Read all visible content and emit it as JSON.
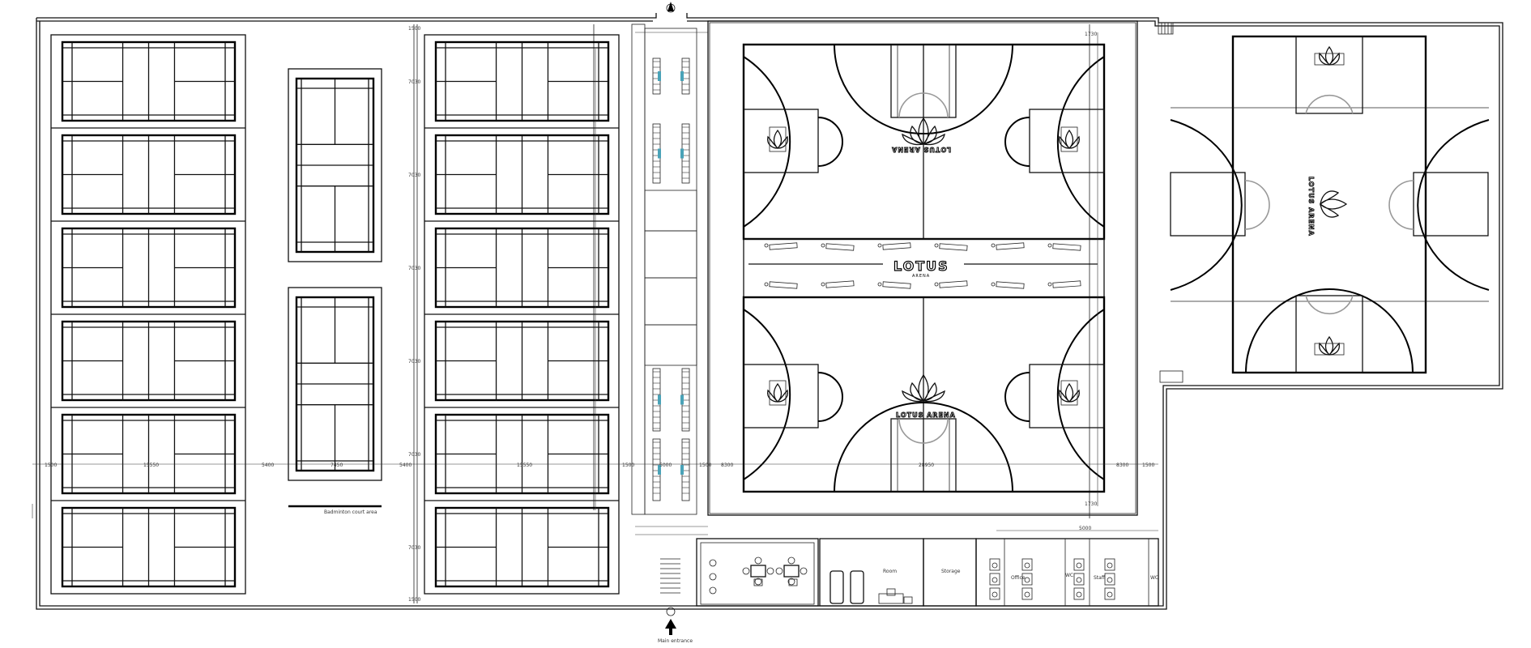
{
  "brand": {
    "name": "LOTUS",
    "sub": "ARENA",
    "mirror_text": "LOTUS ARENA"
  },
  "colors": {
    "line": "#111111",
    "accent_seat": "#4aa3b8",
    "background": "#ffffff"
  },
  "dimensions": {
    "bay_1500": "1500",
    "bay_7030": "7030",
    "width_15550": "15550",
    "width_7450": "7450",
    "width_5400": "5400",
    "corridor_5000": "5000",
    "width_8300": "8300",
    "right_1730": "1730",
    "court_28950": "28950"
  },
  "labels": {
    "left_area_caption": "Badminton court area",
    "entrance_caption": "Main entrance",
    "room_1": "Room",
    "room_2": "Storage",
    "room_3": "Office",
    "room_4": "Staff",
    "toilet_m": "WC",
    "toilet_f": "WC"
  },
  "icons": {
    "north_arrow": "north-arrow-icon",
    "entrance_arrow": "entrance-arrow-icon",
    "lotus_logo": "lotus-logo-icon"
  }
}
